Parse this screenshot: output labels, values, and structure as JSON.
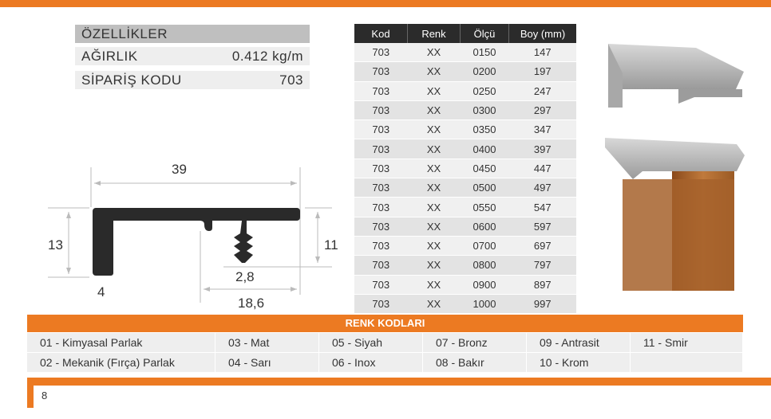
{
  "properties": {
    "header": "ÖZELLİKLER",
    "weight_label": "AĞIRLIK",
    "weight_value": "0.412 kg/m",
    "order_label": "SİPARİŞ KODU",
    "order_value": "703"
  },
  "drawing": {
    "width": "39",
    "height_left": "13",
    "height_right": "11",
    "thickness": "4",
    "tooth": "2,8",
    "offset": "18,6"
  },
  "table": {
    "headers": [
      "Kod",
      "Renk",
      "Ölçü",
      "Boy (mm)"
    ],
    "rows": [
      [
        "703",
        "XX",
        "0150",
        "147"
      ],
      [
        "703",
        "XX",
        "0200",
        "197"
      ],
      [
        "703",
        "XX",
        "0250",
        "247"
      ],
      [
        "703",
        "XX",
        "0300",
        "297"
      ],
      [
        "703",
        "XX",
        "0350",
        "347"
      ],
      [
        "703",
        "XX",
        "0400",
        "397"
      ],
      [
        "703",
        "XX",
        "0450",
        "447"
      ],
      [
        "703",
        "XX",
        "0500",
        "497"
      ],
      [
        "703",
        "XX",
        "0550",
        "547"
      ],
      [
        "703",
        "XX",
        "0600",
        "597"
      ],
      [
        "703",
        "XX",
        "0700",
        "697"
      ],
      [
        "703",
        "XX",
        "0800",
        "797"
      ],
      [
        "703",
        "XX",
        "0900",
        "897"
      ],
      [
        "703",
        "XX",
        "1000",
        "997"
      ]
    ]
  },
  "colors": {
    "title": "RENK KODLARI",
    "row1": [
      "01 - Kimyasal Parlak",
      "03 - Mat",
      "05 - Siyah",
      "07 - Bronz",
      "09 - Antrasit",
      "11 - Smir"
    ],
    "row2": [
      "02 - Mekanik (Fırça) Parlak",
      "04 - Sarı",
      "06 - Inox",
      "08 - Bakır",
      "10 - Krom",
      ""
    ]
  },
  "page_number": "8",
  "accent": "#ec7a22"
}
